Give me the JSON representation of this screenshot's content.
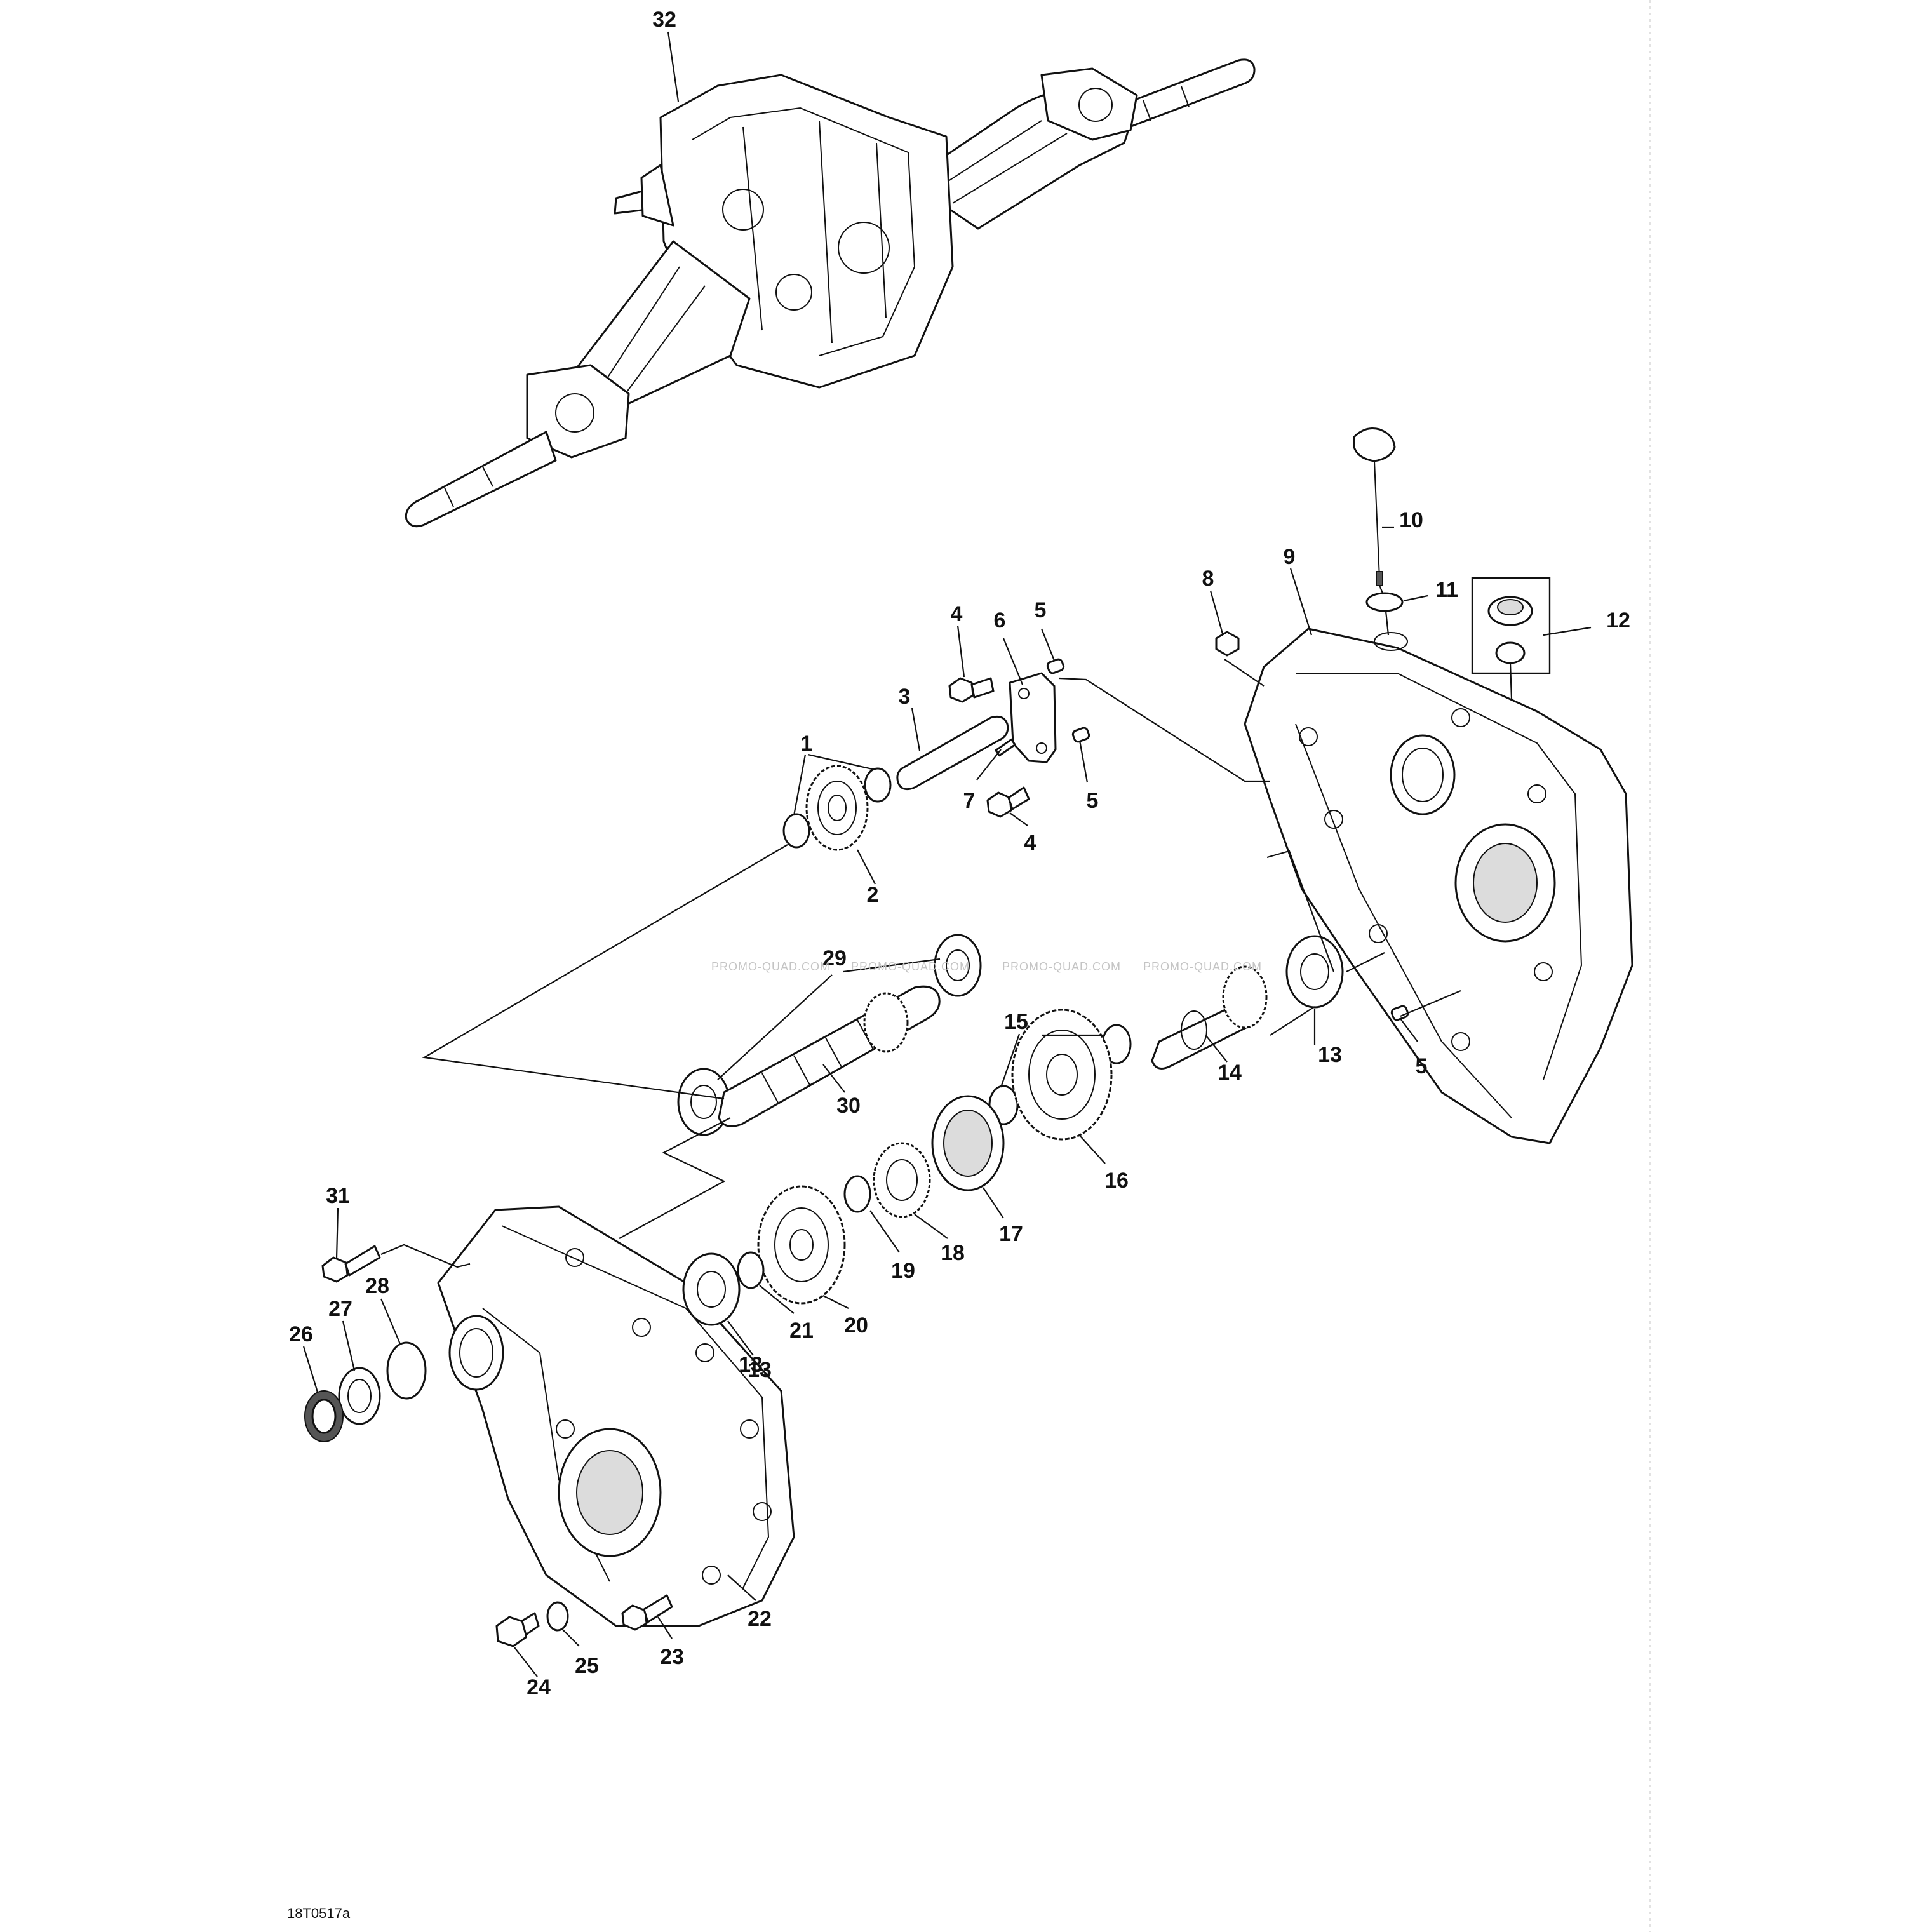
{
  "figure_id": "18T0517a",
  "watermark": "PROMO-QUAD.COM",
  "callouts": [
    "32",
    "10",
    "8",
    "9",
    "11",
    "12",
    "4",
    "6",
    "5",
    "3",
    "1",
    "7",
    "5",
    "4",
    "2",
    "29",
    "15",
    "13",
    "14",
    "13",
    "5",
    "30",
    "16",
    "17",
    "18",
    "19",
    "31",
    "20",
    "21",
    "13",
    "28",
    "27",
    "26",
    "22",
    "23",
    "25",
    "24"
  ]
}
